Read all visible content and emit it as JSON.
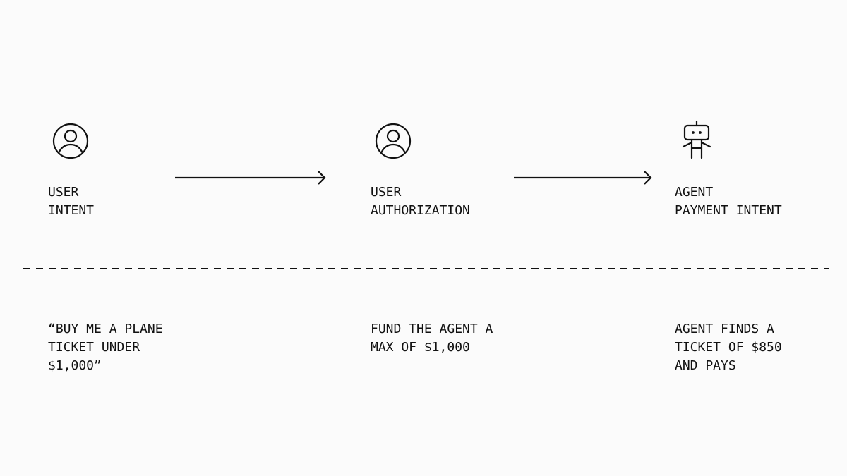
{
  "steps": [
    {
      "icon": "user-circle-icon",
      "label_lines": [
        "USER",
        "INTENT"
      ],
      "description_lines": [
        "“BUY ME A PLANE",
        "TICKET UNDER",
        "$1,000”"
      ]
    },
    {
      "icon": "user-circle-icon",
      "label_lines": [
        "USER",
        "AUTHORIZATION"
      ],
      "description_lines": [
        "FUND THE AGENT A",
        "MAX OF $1,000"
      ]
    },
    {
      "icon": "robot-icon",
      "label_lines": [
        "AGENT",
        "PAYMENT INTENT"
      ],
      "description_lines": [
        "AGENT FINDS A",
        "TICKET OF $850",
        "AND PAYS"
      ]
    }
  ],
  "colors": {
    "background": "#fbfbfb",
    "ink": "#111111"
  }
}
